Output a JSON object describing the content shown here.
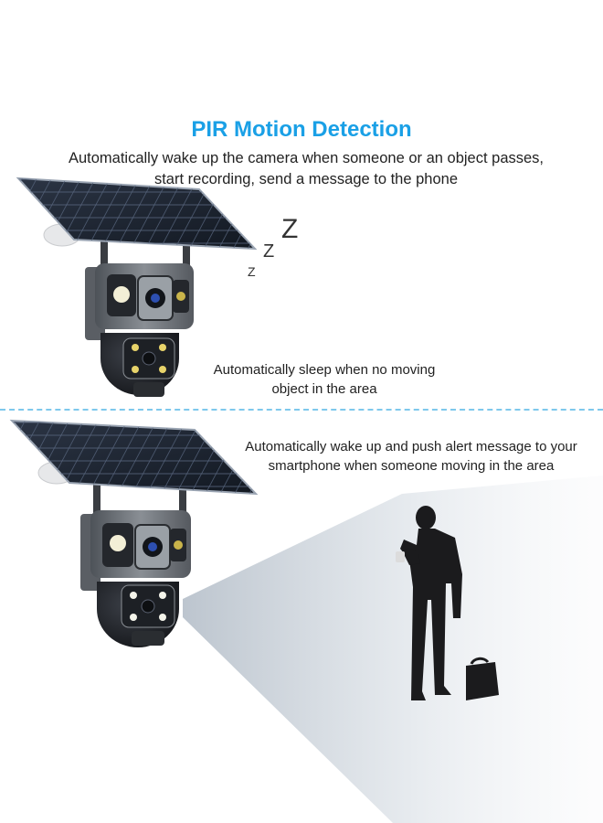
{
  "header": {
    "title": "PIR Motion Detection",
    "subtitle": "Automatically wake up the camera when someone or an object passes, start recording, send a message to the phone"
  },
  "sleep_panel": {
    "z_letters": [
      "Z",
      "Z",
      "Z"
    ],
    "caption": "Automatically sleep when no moving object in the area"
  },
  "wake_panel": {
    "caption": "Automatically wake up and push alert message to your smartphone when someone moving in the area"
  },
  "colors": {
    "title": "#1aa0e6",
    "divider": "#7ec8ec",
    "panel": "#1c2330",
    "camera_body": "#6c7178"
  }
}
